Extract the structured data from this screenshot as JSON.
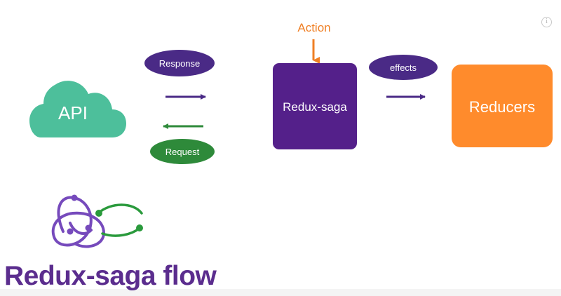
{
  "nodes": {
    "api": "API",
    "saga": "Redux-saga",
    "reducers": "Reducers",
    "action": "Action"
  },
  "labels": {
    "response": "Response",
    "request": "Request",
    "effects": "effects"
  },
  "title": "Redux-saga flow",
  "icons": {
    "info": "info-icon",
    "logo": "redux-saga-logo"
  },
  "colors": {
    "cloud": "#4dbf9b",
    "saga": "#54208a",
    "reducers": "#ff8b2c",
    "action": "#ef7f24",
    "purple": "#4a2a86",
    "green": "#2e8a3a",
    "title": "#5b2d8e"
  }
}
